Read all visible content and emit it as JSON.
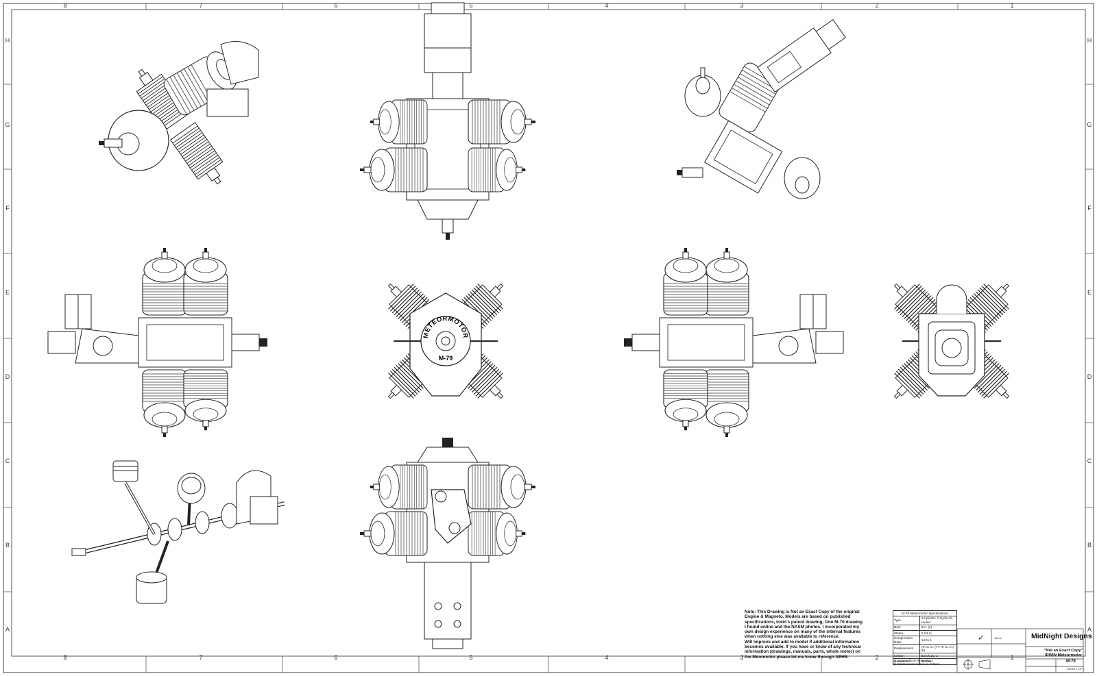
{
  "drawing": {
    "col_zones": [
      "8",
      "7",
      "6",
      "5",
      "4",
      "3",
      "2",
      "1"
    ],
    "row_zones": [
      "H",
      "G",
      "F",
      "E",
      "D",
      "C",
      "B",
      "A"
    ],
    "engine_label_top": "METEORMOTOR",
    "engine_model_label": "M-79"
  },
  "note": {
    "lines": [
      "Note:  This Drawing is Not an Exact Copy of the original",
      "Engine & Magneto.  Models are based on published",
      "specifications, Irwin's patent drawing, One M-79 drawing",
      "I found online and the NASM photos. I incorporated my",
      "own design experience on many of the internal features",
      "when nothing else was available to reference.",
      "Will improve and add to model if additional information",
      "becomes available.  If you have or know of any technical",
      "information (drawings, manuals, parts, whole motor) on",
      "the Meormotor please let me know through AEHS."
    ]
  },
  "specs": {
    "title": "M-79 Meteormotor Specifications",
    "rows": [
      {
        "label": "Type",
        "value": "4-Cylinder, 2-Cycle Air-cooled"
      },
      {
        "label": "Bore",
        "value": "3 in. (a)"
      },
      {
        "label": "Stroke",
        "value": "2 3/4 in."
      },
      {
        "label": "Compression Ratio",
        "value": "4.8 to 1"
      },
      {
        "label": "Displacement",
        "value": "79 cu. in. (77.75 cu. in.) (b)"
      },
      {
        "label": "Ignition",
        "value": "Bosch ZU-2"
      },
      {
        "label": "Carburetion",
        "value": "Winfield"
      }
    ],
    "footnotes": [
      "(a) Assumed bore dimension",
      "(b) Displacement based on 3\" Bore"
    ]
  },
  "title_block": {
    "company": "MidNight Designs",
    "title_line1": "\"Not an Exact Copy\"",
    "title_line2": "IRWIN Meteormotor",
    "dwg_no": "M-79",
    "sheet": "SHEET 1 OF 1",
    "drawn_by": "JBlend"
  }
}
